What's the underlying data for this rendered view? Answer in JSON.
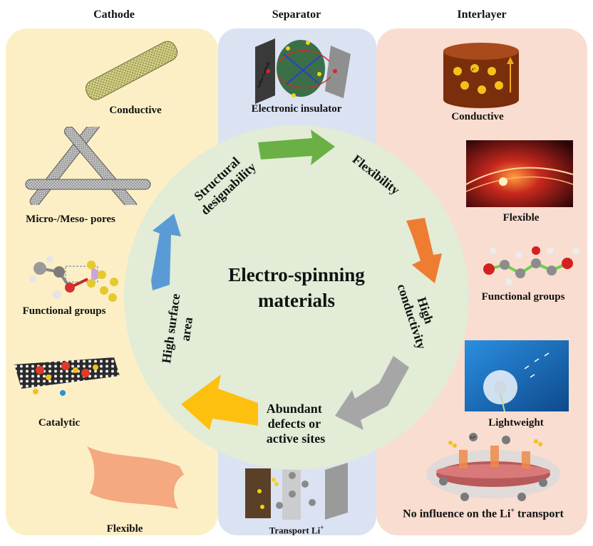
{
  "columns": {
    "cathode": "Cathode",
    "separator": "Separator",
    "interlayer": "Interlayer"
  },
  "cathode_items": {
    "conductive": "Conductive",
    "pores": "Micro-/Meso- pores",
    "functional": "Functional groups",
    "catalytic": "Catalytic",
    "flexible": "Flexible"
  },
  "separator_items": {
    "insulator": "Electronic insulator",
    "transport_prefix": "Transport Li",
    "transport_sup": "+",
    "sulfur_cathode_text": "Sulfur Cathode"
  },
  "interlayer_items": {
    "conductive": "Conductive",
    "flexible": "Flexible",
    "functional": "Functional groups",
    "lightweight": "Lightweight",
    "no_influence_prefix": "No influence on the Li",
    "no_influence_sup": "+",
    "no_influence_suffix": " transport",
    "electron_symbol": "e⁻",
    "li_symbol": "Li⁺"
  },
  "center": {
    "title_line1": "Electro-spinning",
    "title_line2": "materials"
  },
  "cycle": {
    "structural_line1": "Structural",
    "structural_line2": "designability",
    "flexibility": "Flexibility",
    "conductivity_line1": "High",
    "conductivity_line2": "conductivity",
    "defects_line1": "Abundant",
    "defects_line2": "defects or",
    "defects_line3": "active sites",
    "surface_line1": "High surface",
    "surface_line2": "area"
  },
  "colors": {
    "cathode_bg": "#fcefc6",
    "separator_bg": "#dbe3f2",
    "interlayer_bg": "#f8ddd0",
    "circle": "#e2ecd6",
    "arrow_green": "#6ab045",
    "arrow_orange": "#ee7d32",
    "arrow_gray": "#a6a6a6",
    "arrow_yellow": "#fec00f",
    "arrow_blue": "#5b9bd5"
  }
}
